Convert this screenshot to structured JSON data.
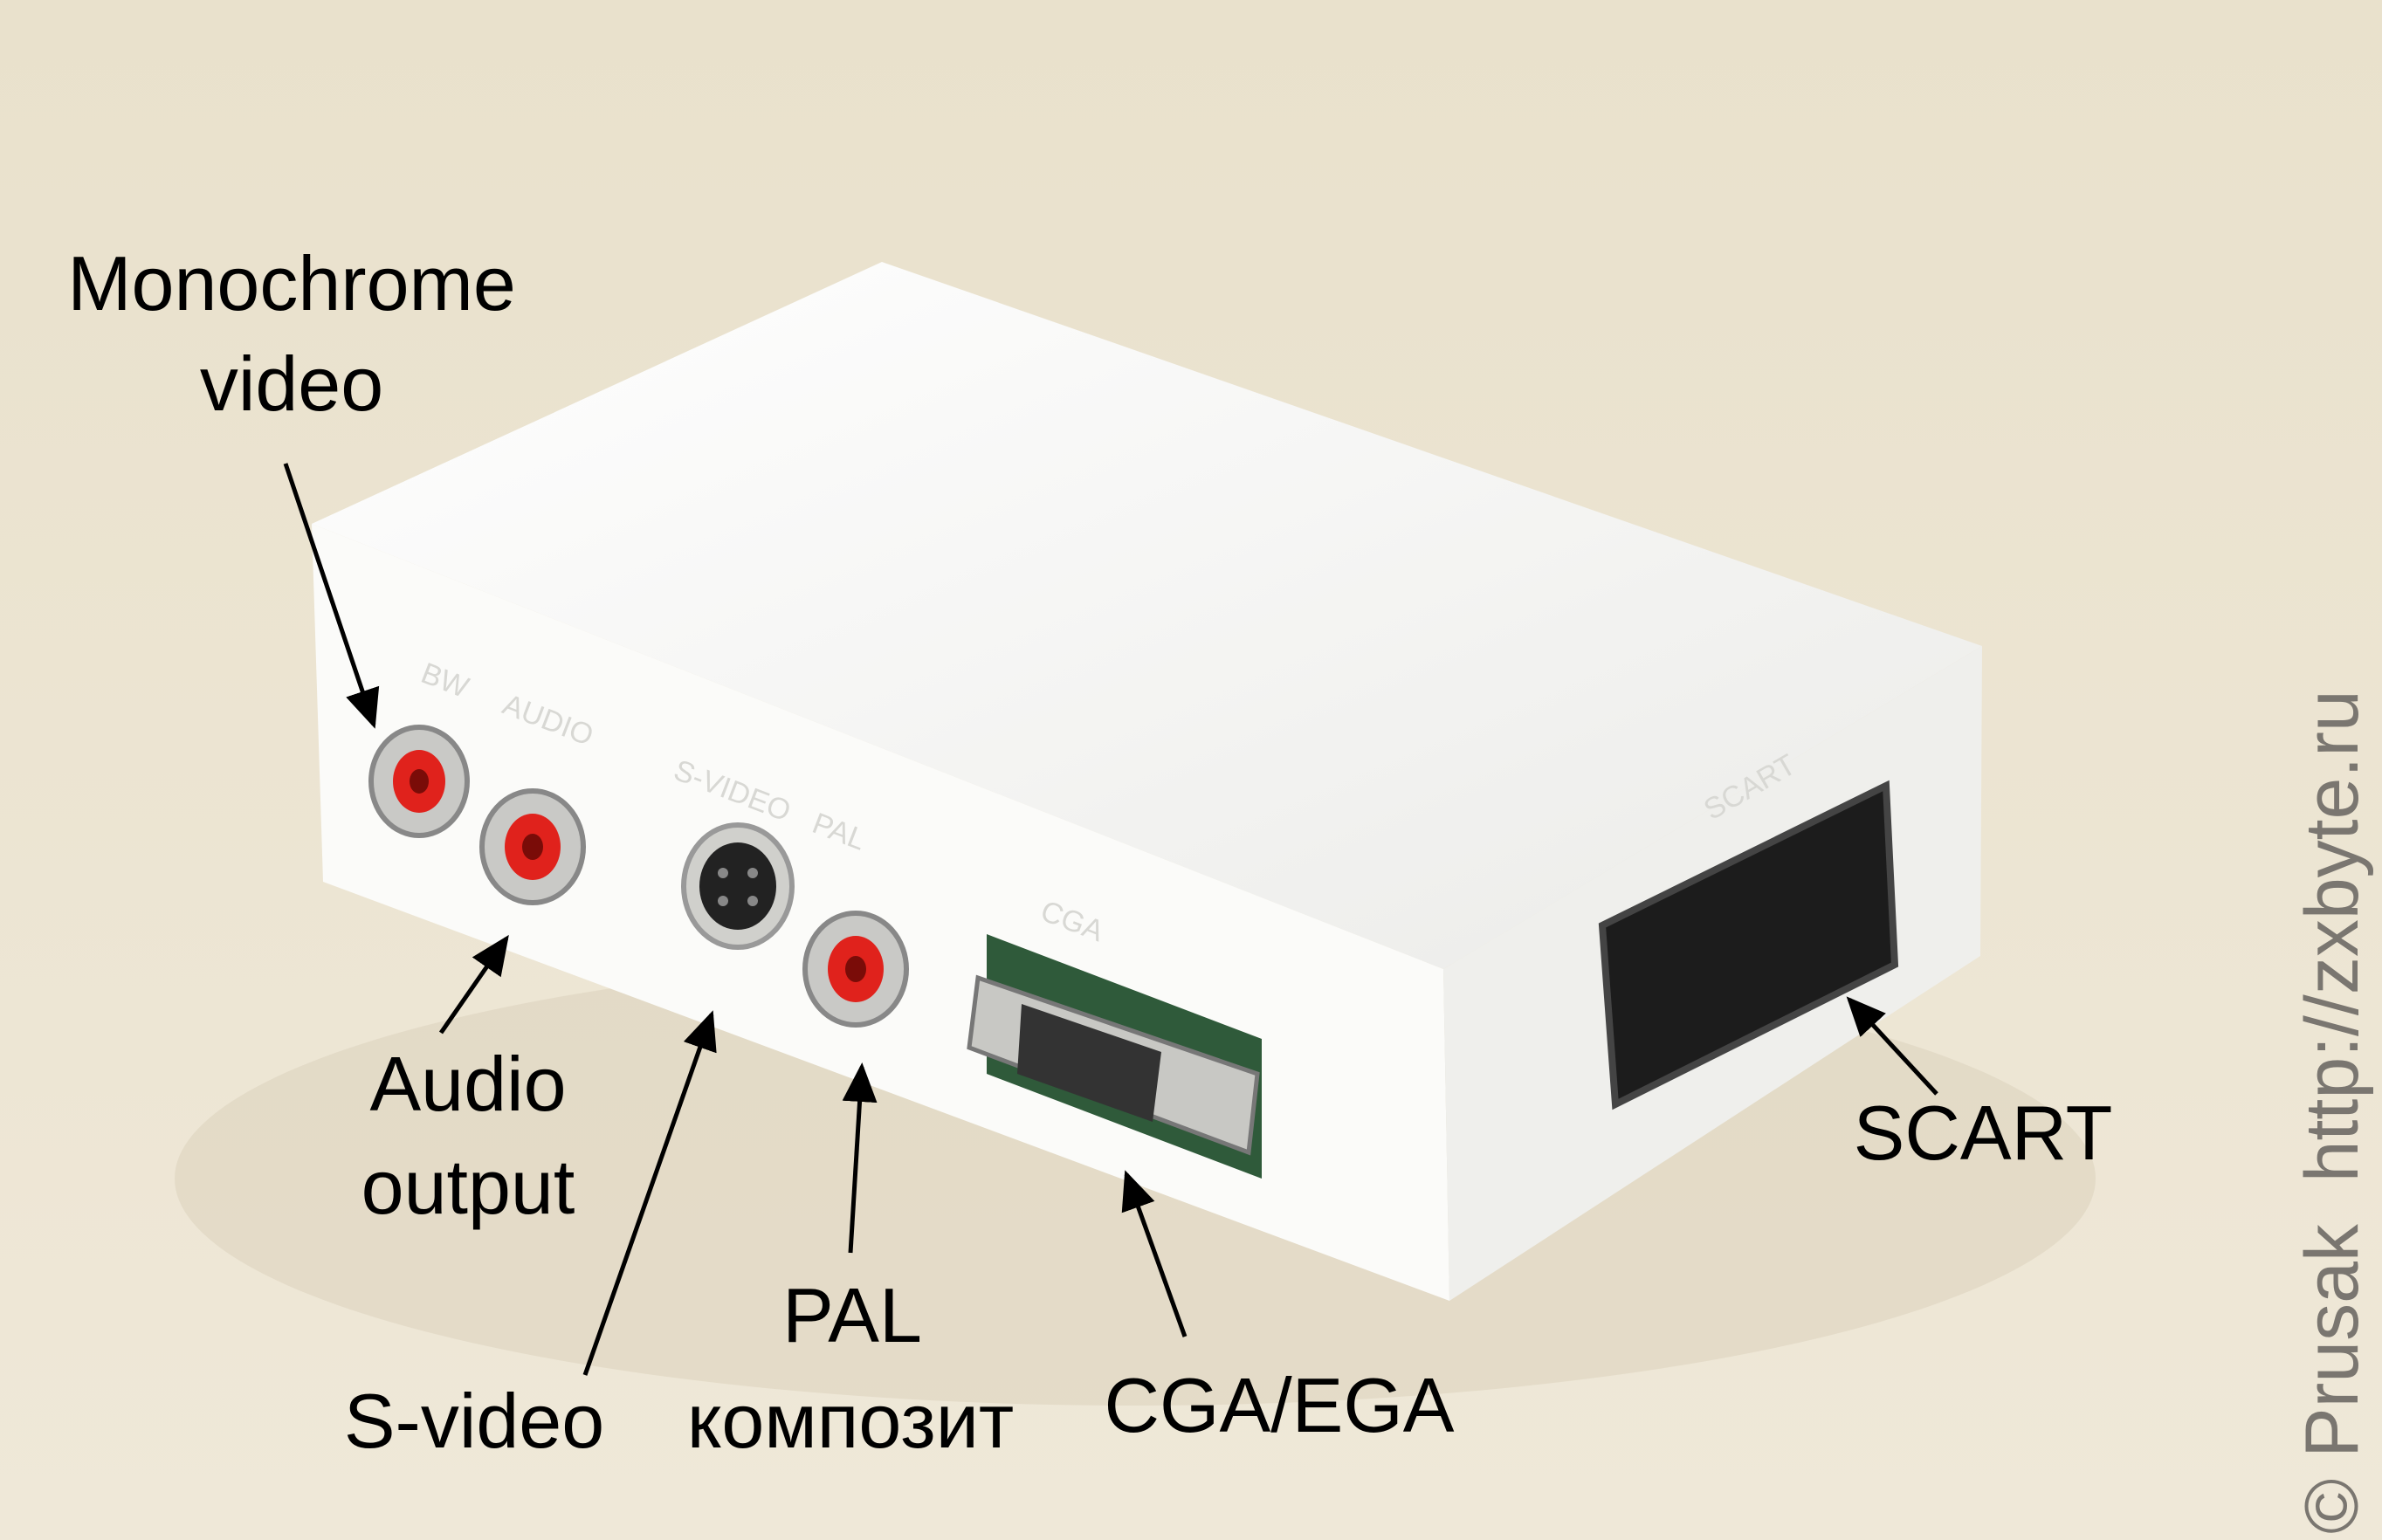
{
  "labels": {
    "monochrome_line1": "Monochrome",
    "monochrome_line2": "video",
    "audio_line1": "Audio",
    "audio_line2": "output",
    "svideo": "S-video",
    "pal_line1": "PAL",
    "pal_line2": "композит",
    "cga": "CGA/EGA",
    "scart": "SCART"
  },
  "embossed": {
    "bw": "BW",
    "audio": "AUDIO",
    "svideo": "S-VIDEO",
    "pal": "PAL",
    "cga": "CGA",
    "scart": "SCART"
  },
  "watermark": "© Prusak  http://zxbyte.ru",
  "colors": {
    "background": "#ece4d2",
    "box": "#f7f7f4",
    "rca": "#e0221c",
    "text": "#000000"
  }
}
